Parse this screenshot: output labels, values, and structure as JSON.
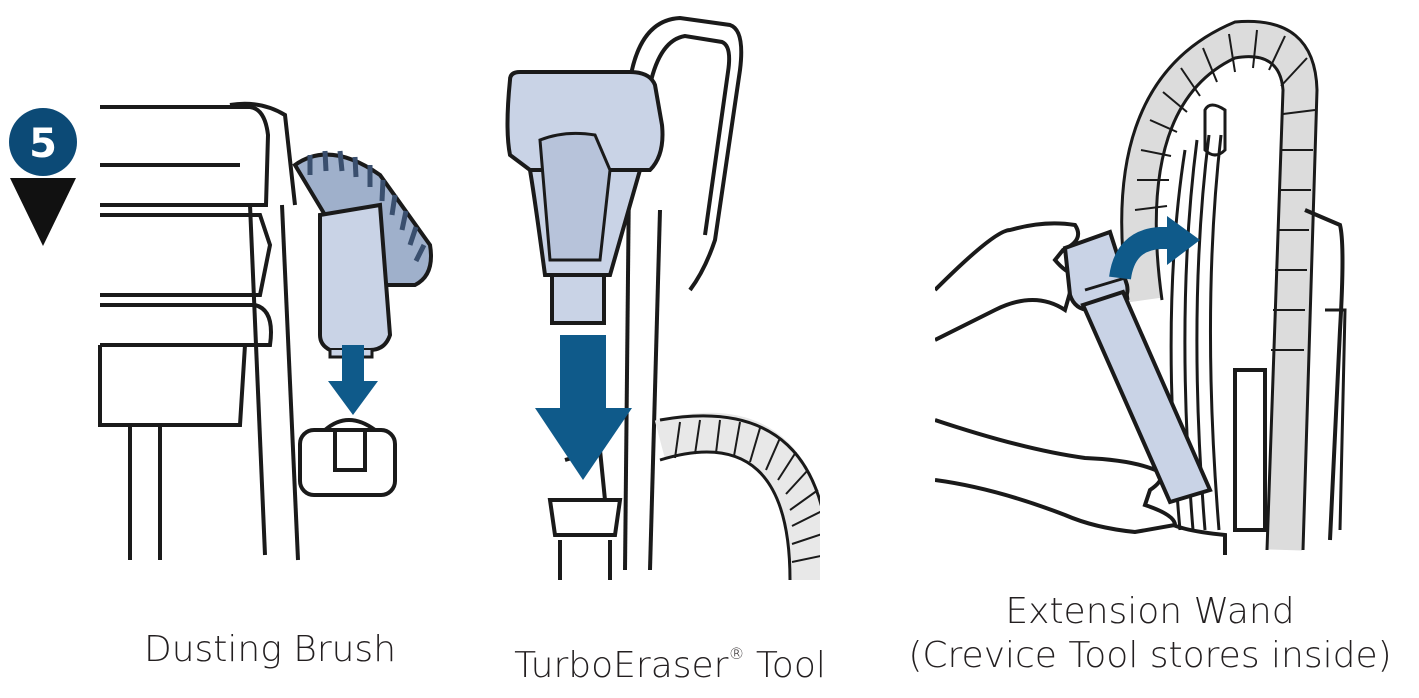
{
  "step": {
    "number": "5"
  },
  "panels": [
    {
      "caption": "Dusting Brush"
    },
    {
      "caption_main": "TurboEraser",
      "caption_mark": "®",
      "caption_tail": " Tool"
    },
    {
      "caption_line1": "Extension Wand",
      "caption_line2": "(Crevice Tool stores inside)"
    }
  ],
  "colors": {
    "accent_blue": "#0f5a8a",
    "tool_fill": "#c9d3e6",
    "line": "#1a1a1a",
    "badge": "#0c4a76"
  },
  "icons": [
    "down-arrow-icon",
    "curved-arrow-icon"
  ]
}
